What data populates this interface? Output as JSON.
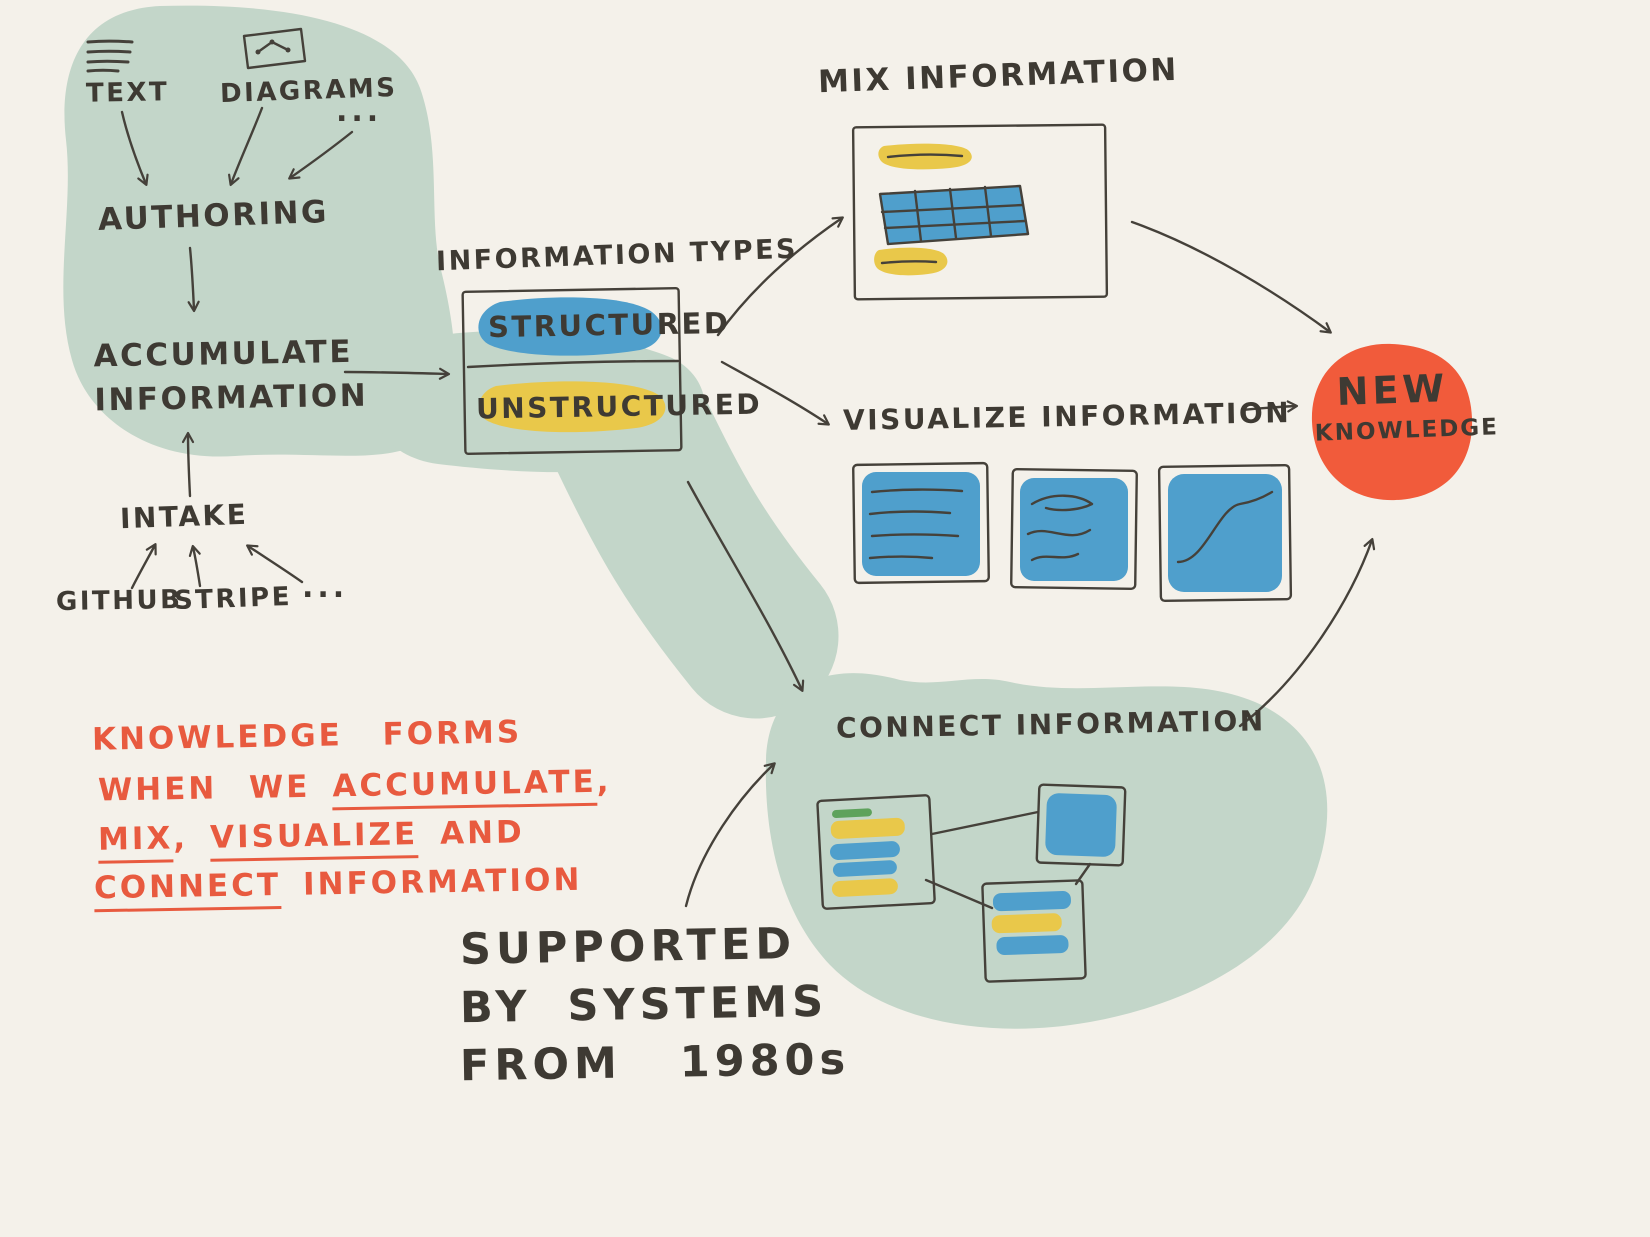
{
  "palette": {
    "paper": "#f4f1ea",
    "blob": "#c3d6c9",
    "ink": "#45413a",
    "ink_text": "#3e3a33",
    "blue": "#4f9fcc",
    "yellow": "#e9c84a",
    "orange": "#f15b3b",
    "red": "#e85a3f",
    "green_accent": "#5ea25c"
  },
  "flow": {
    "text": "TEXT",
    "diagrams": "DIAGRAMS",
    "dots_top": "...",
    "authoring": "AUTHORING",
    "accumulate_line1": "ACCUMULATE",
    "accumulate_line2": "INFORMATION",
    "intake": "INTAKE",
    "github": "GITHUB",
    "stripe": "STRIPE",
    "dots_sources": "..."
  },
  "info_types": {
    "title": "INFORMATION TYPES",
    "structured": "STRUCTURED",
    "unstructured": "UNSTRUCTURED"
  },
  "processes": {
    "mix": "MIX INFORMATION",
    "visualize": "VISUALIZE INFORMATION",
    "connect": "CONNECT INFORMATION"
  },
  "outcome": {
    "line1": "NEW",
    "line2": "KNOWLEDGE"
  },
  "notes": {
    "knowledge": {
      "l1": "KNOWLEDGE FORMS",
      "l2a": "WHEN WE",
      "l2b": "ACCUMULATE",
      "l2c": ",",
      "l3a": "MIX",
      "l3b": ",",
      "l3c": "VISUALIZE",
      "l3d": "AND",
      "l4a": "CONNECT",
      "l4b": "INFORMATION"
    },
    "supported": {
      "l1": "SUPPORTED",
      "l2": "BY SYSTEMS",
      "l3": "FROM 1980s"
    }
  }
}
